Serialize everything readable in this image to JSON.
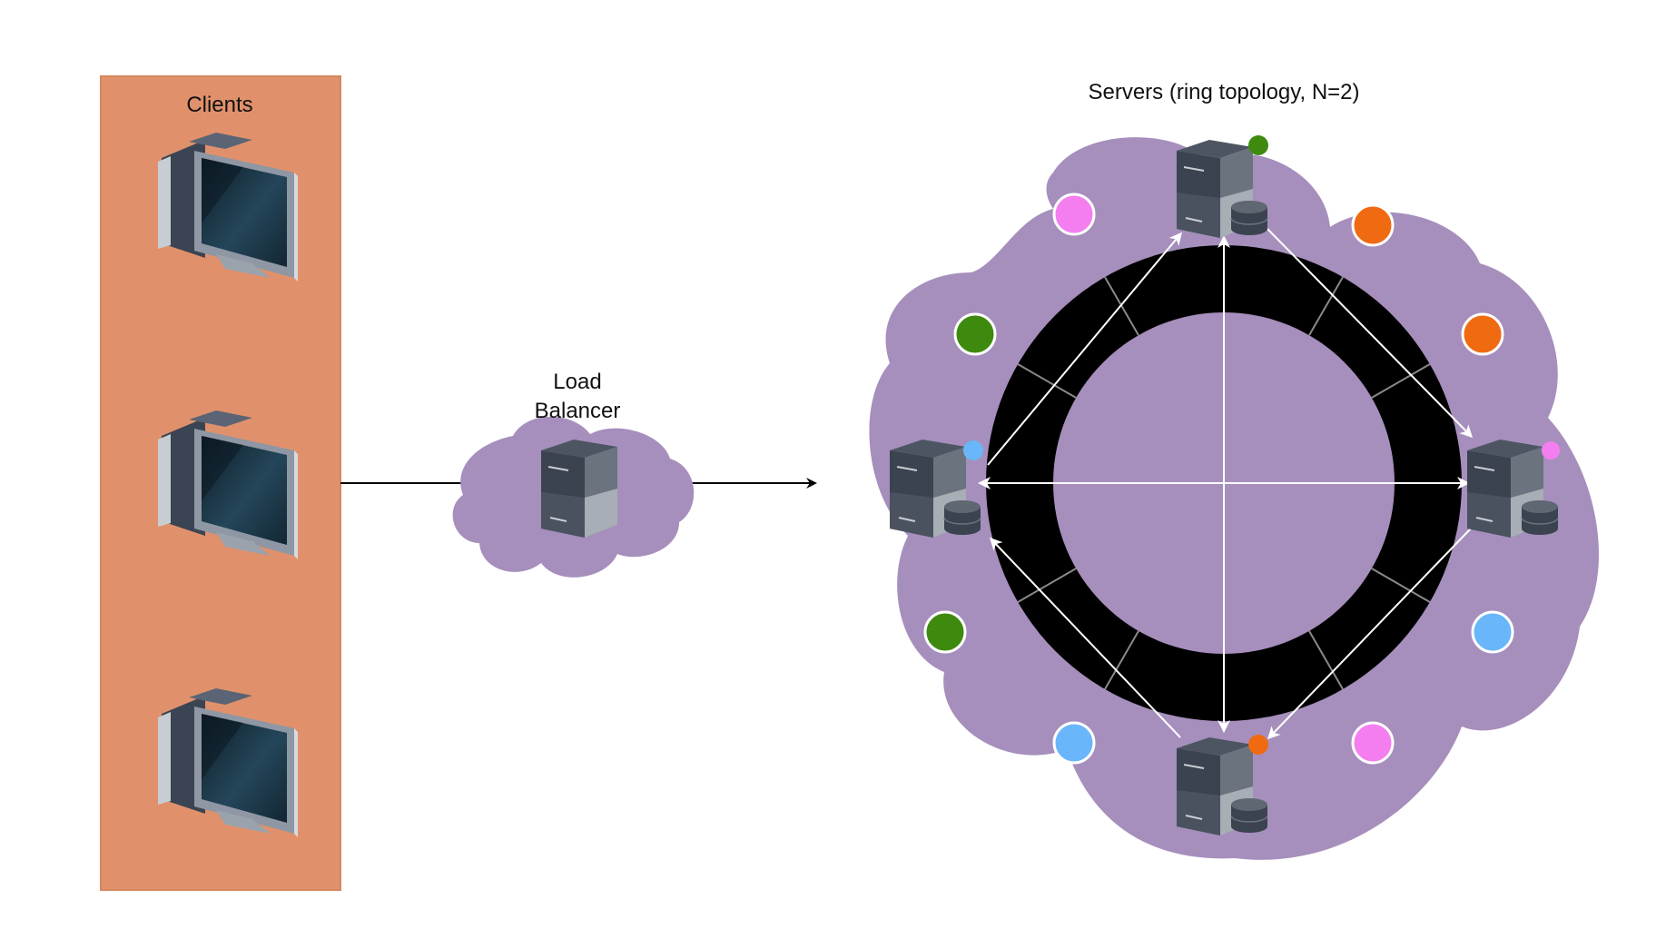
{
  "clients": {
    "label": "Clients",
    "panel_color": "#e0916c",
    "items": [
      {
        "icon": "desktop-monitor-icon"
      },
      {
        "icon": "desktop-monitor-icon"
      },
      {
        "icon": "desktop-monitor-icon"
      }
    ]
  },
  "load_balancer": {
    "label_line1": "Load",
    "label_line2": "Balancer",
    "icon": "server-tower-icon",
    "cloud_color": "#a68fbc"
  },
  "servers": {
    "title": "Servers (ring topology, N=2)",
    "cloud_color": "#a68fbc",
    "ring_color": "#000000",
    "nodes": [
      {
        "id": "top",
        "icon": "server-with-database-icon",
        "dot_color": "#3e8a0f"
      },
      {
        "id": "right",
        "icon": "server-with-database-icon",
        "dot_color": "#f47ef0"
      },
      {
        "id": "bottom",
        "icon": "server-with-database-icon",
        "dot_color": "#f06a12"
      },
      {
        "id": "left",
        "icon": "server-with-database-icon",
        "dot_color": "#6ab6fa"
      }
    ],
    "key_dots": [
      {
        "color": "#f47ef0"
      },
      {
        "color": "#f06a12"
      },
      {
        "color": "#3e8a0f"
      },
      {
        "color": "#f06a12"
      },
      {
        "color": "#6ab6fa"
      },
      {
        "color": "#3e8a0f"
      },
      {
        "color": "#f47ef0"
      },
      {
        "color": "#6ab6fa"
      }
    ]
  },
  "colors": {
    "arrow": "#000000",
    "ring_lines": "#ffffff",
    "ring_dividers": "#8a8a8a"
  }
}
